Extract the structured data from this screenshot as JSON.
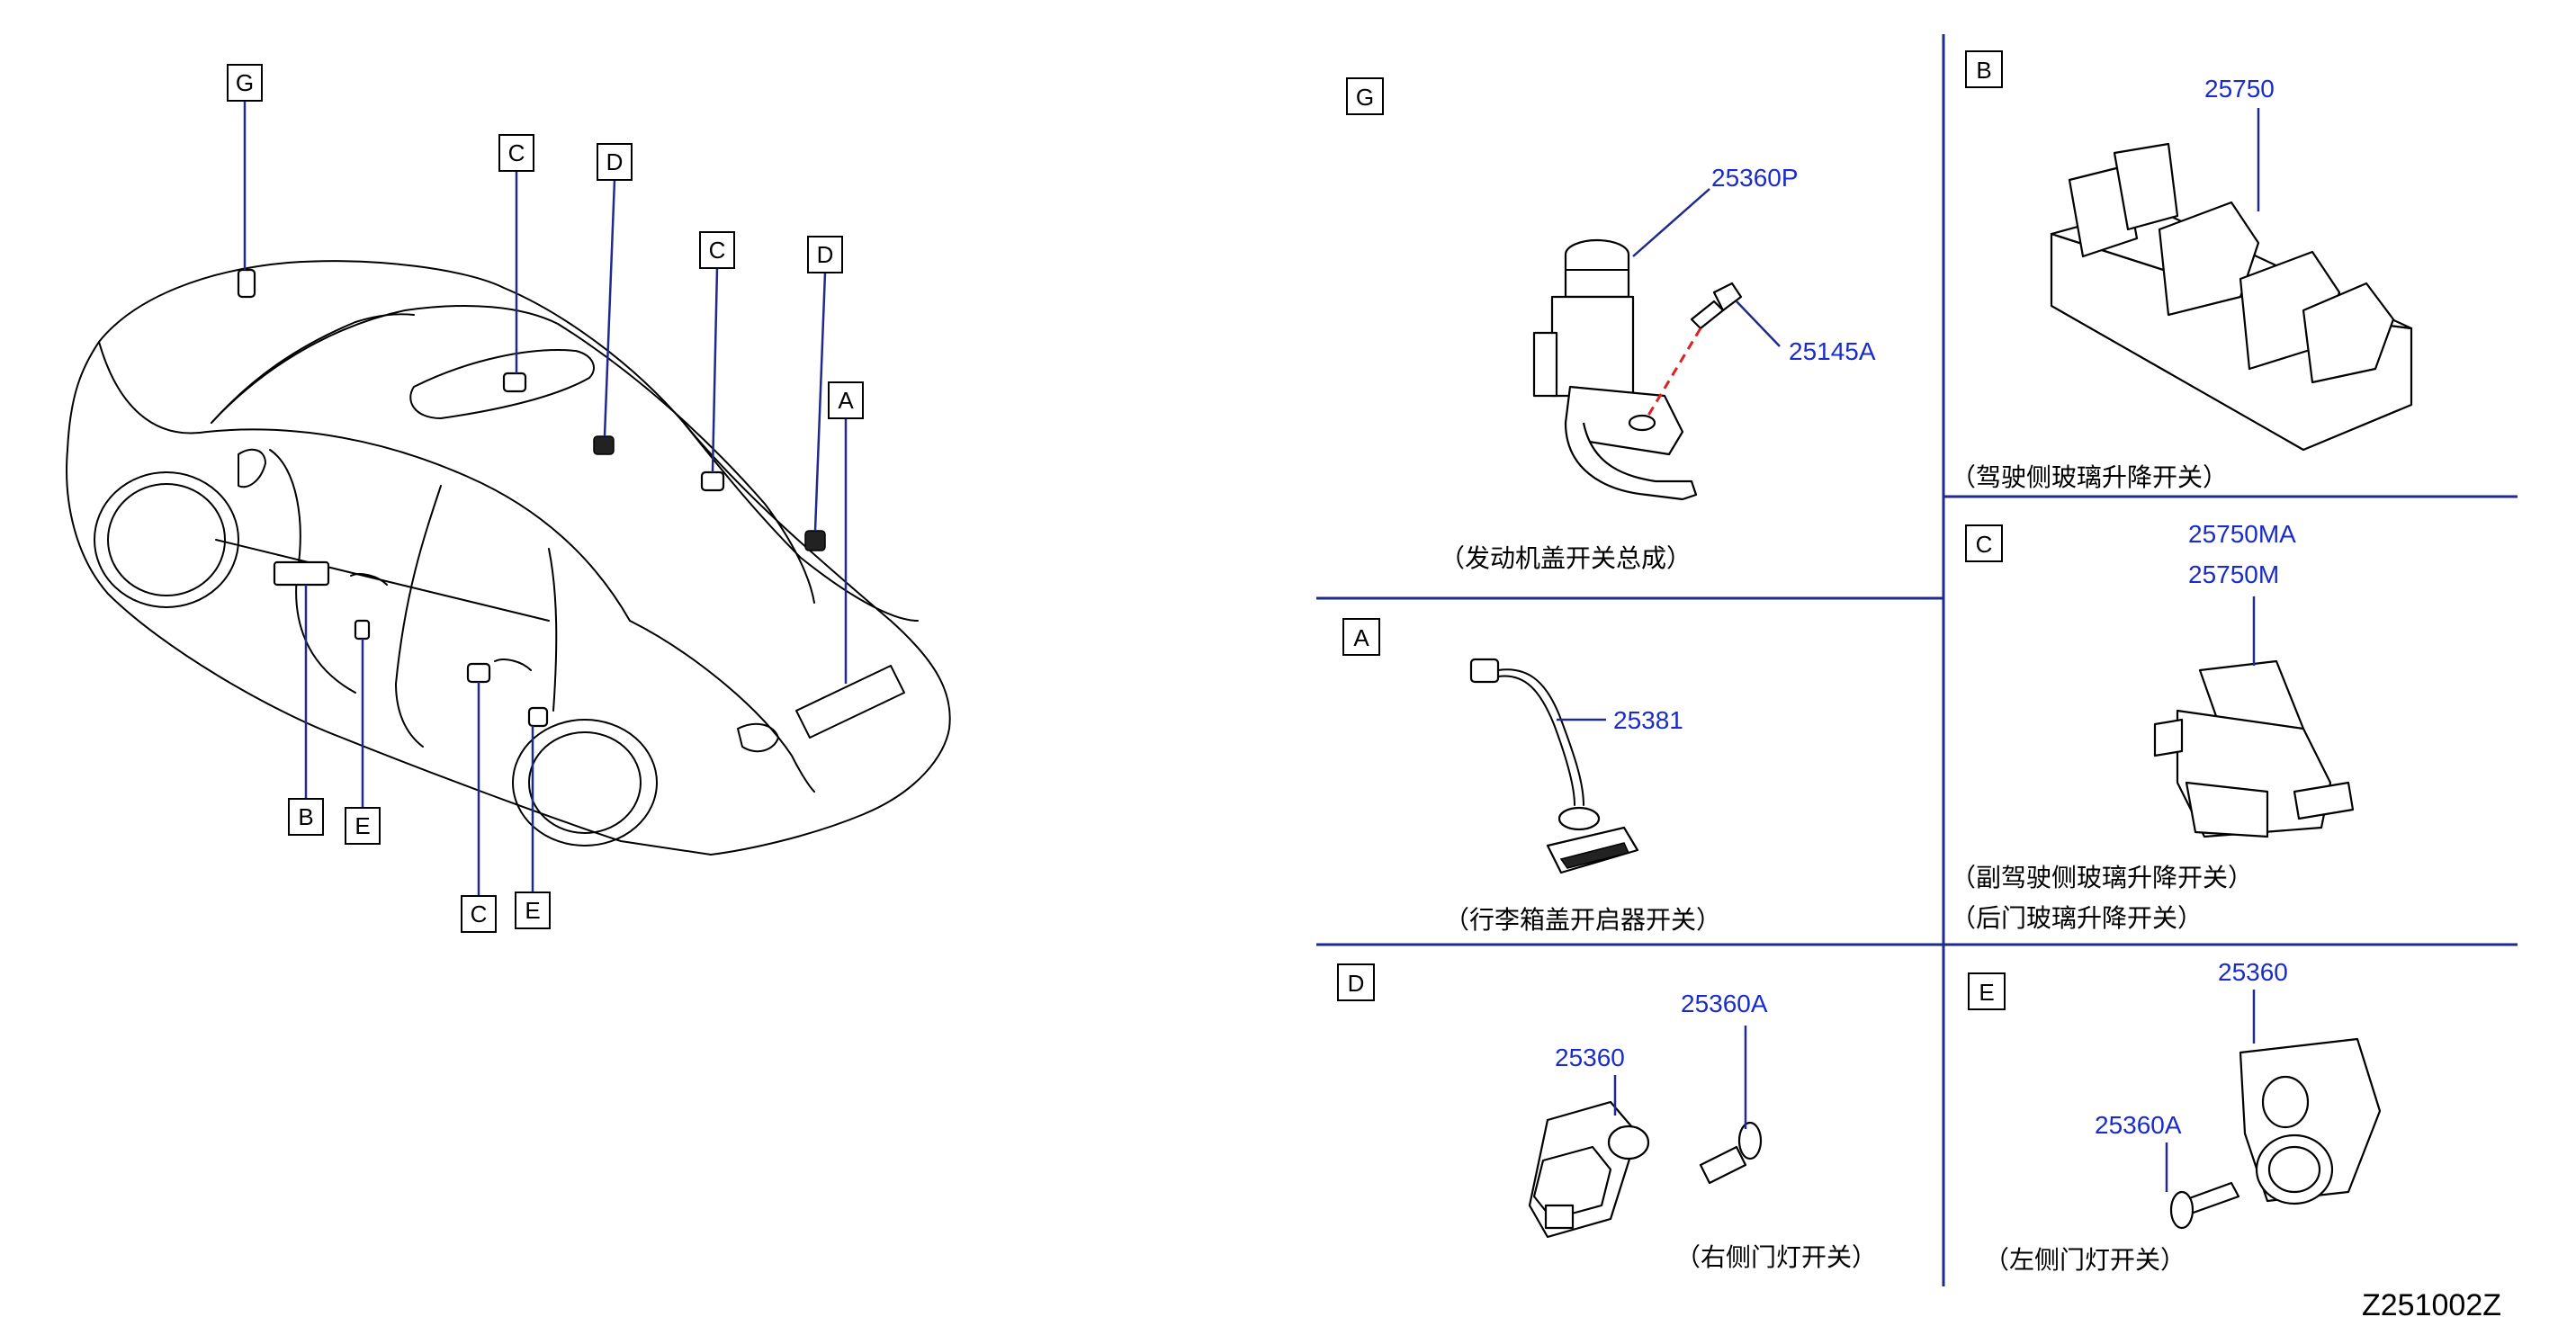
{
  "car_callouts": {
    "g": "G",
    "c1": "C",
    "d1": "D",
    "c2": "C",
    "d2": "D",
    "a": "A",
    "b": "B",
    "e1": "E",
    "c3": "C",
    "e2": "E"
  },
  "panels": {
    "G": {
      "letter": "G",
      "parts": [
        "25360P",
        "25145A"
      ],
      "caption": "（发动机盖开关总成）"
    },
    "A": {
      "letter": "A",
      "parts": [
        "25381"
      ],
      "caption": "（行李箱盖开启器开关）"
    },
    "D": {
      "letter": "D",
      "parts": [
        "25360",
        "25360A"
      ],
      "caption": "（右侧门灯开关）"
    },
    "B": {
      "letter": "B",
      "parts": [
        "25750"
      ],
      "caption": "（驾驶侧玻璃升降开关）"
    },
    "C": {
      "letter": "C",
      "parts": [
        "25750MA",
        "25750M"
      ],
      "caption": "（副驾驶侧玻璃升降开关）",
      "caption2": "（后门玻璃升降开关）"
    },
    "E": {
      "letter": "E",
      "parts": [
        "25360",
        "25360A"
      ],
      "caption": "（左侧门灯开关）"
    }
  },
  "diagram_code": "Z251002Z",
  "colors": {
    "part_number": "#1a2bcc",
    "leader_line": "#1f2a8c",
    "divider": "#1f2a8c",
    "highlight": "#e02020"
  }
}
